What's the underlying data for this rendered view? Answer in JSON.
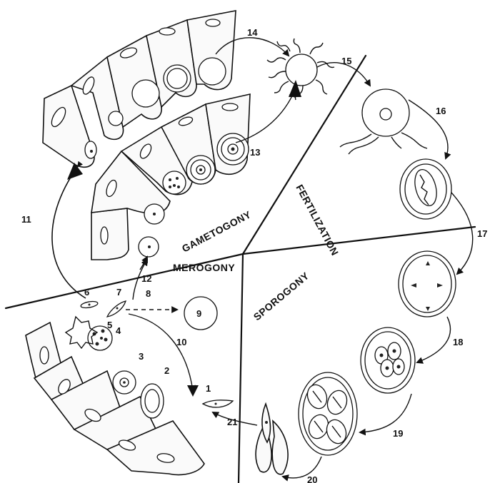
{
  "regions": {
    "gametogony": "GAMETOGONY",
    "fertilization": "FERTILIZATION",
    "merogony": "MEROGONY",
    "sporogony": "SPOROGONY"
  },
  "stages": [
    "1",
    "2",
    "3",
    "4",
    "5",
    "6",
    "7",
    "8",
    "9",
    "10",
    "11",
    "12",
    "13",
    "14",
    "15",
    "16",
    "17",
    "18",
    "19",
    "20",
    "21"
  ],
  "colors": {
    "ink": "#111111",
    "cell_fill": "#fafafa",
    "background": "#ffffff"
  }
}
